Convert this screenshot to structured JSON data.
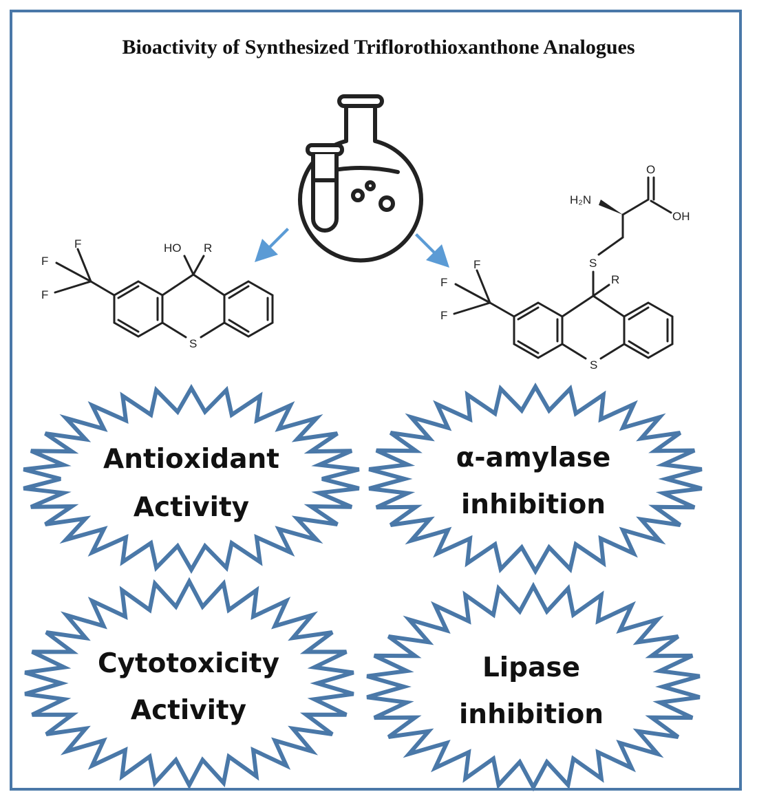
{
  "title": "Bioactivity of Synthesized Triflorothioxanthone Analogues",
  "colors": {
    "frame": "#4a78a8",
    "arrow": "#5b9bd5",
    "star": "#4a78a8",
    "ink": "#222222"
  },
  "icons": [
    "round-bottom-flask-icon",
    "test-tube-icon"
  ],
  "molecule_left": {
    "atoms": {
      "f1": "F",
      "f2": "F",
      "f3": "F",
      "ho": "HO",
      "r": "R",
      "s": "S"
    }
  },
  "molecule_right": {
    "atoms": {
      "f1": "F",
      "f2": "F",
      "f3": "F",
      "r": "R",
      "s_ring": "S",
      "s_chain": "S",
      "h2n": "H₂N",
      "o": "O",
      "oh": "OH"
    }
  },
  "activities": [
    {
      "line1": "Antioxidant",
      "line2": "Activity"
    },
    {
      "line1": "α-amylase",
      "line2": "inhibition"
    },
    {
      "line1": "Cytotoxicity",
      "line2": "Activity"
    },
    {
      "line1": "Lipase",
      "line2": "inhibition"
    }
  ]
}
